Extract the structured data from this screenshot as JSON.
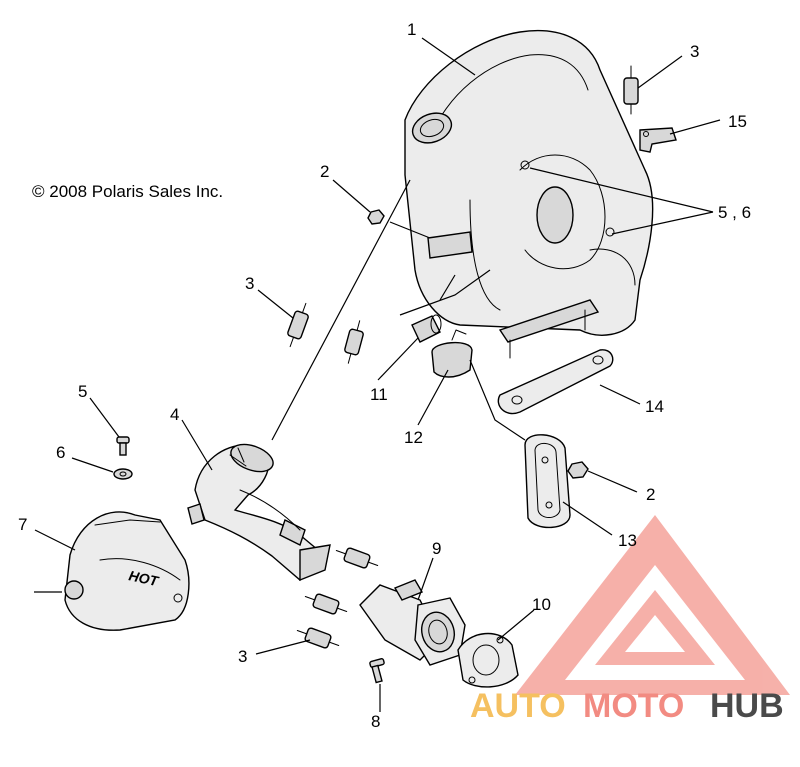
{
  "copyright": "© 2008 Polaris Sales Inc.",
  "hot_label": "HOT",
  "watermark": {
    "part1": "AUTO",
    "part2": "MOTO",
    "part3": "HUB",
    "color_main": "#f28b82",
    "color_accent": "#f5c060",
    "color_dark": "#4a4a4a"
  },
  "callouts": [
    "1",
    "3",
    "15",
    "5 , 6",
    "2",
    "3",
    "11",
    "12",
    "14",
    "5",
    "4",
    "6",
    "2",
    "7",
    "13",
    "9",
    "10",
    "3",
    "8"
  ]
}
